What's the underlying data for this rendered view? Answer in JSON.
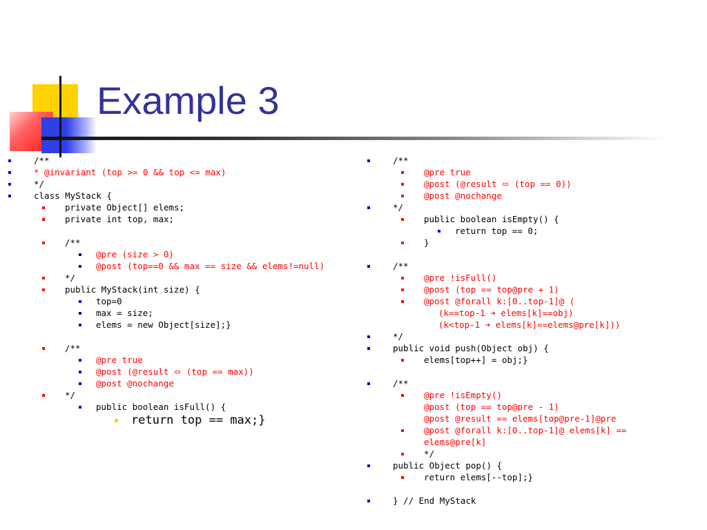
{
  "slide": {
    "title": "Example 3"
  },
  "left_column": [
    {
      "text": "/**",
      "level": 1,
      "bullet": true
    },
    {
      "text": "* @invariant (top >= 0 && top <= max)",
      "level": 1,
      "bullet": true,
      "red": true
    },
    {
      "text": "*/",
      "level": 1,
      "bullet": true
    },
    {
      "text": "class MyStack {",
      "level": 1,
      "bullet": true
    },
    {
      "text": "private Object[] elems;",
      "level": 2,
      "bullet": true
    },
    {
      "text": "private int top, max;",
      "level": 2,
      "bullet": true
    },
    {
      "text": "",
      "gap": true
    },
    {
      "text": "/**",
      "level": 2,
      "bullet": true
    },
    {
      "text": "@pre (size > 0)",
      "level": 3,
      "bullet": true,
      "red": true
    },
    {
      "text": "@post (top==0 && max == size && elems!=null)",
      "level": 3,
      "bullet": true,
      "red": true,
      "wrap": true
    },
    {
      "text": "*/",
      "level": 2,
      "bullet": true
    },
    {
      "text": "public MyStack(int size) {",
      "level": 2,
      "bullet": true
    },
    {
      "text": "top=0",
      "level": 3,
      "bullet": true
    },
    {
      "text": "max = size;",
      "level": 3,
      "bullet": true
    },
    {
      "text": "elems = new Object[size];}",
      "level": 3,
      "bullet": true
    },
    {
      "text": "",
      "gap": true
    },
    {
      "text": "/**",
      "level": 2,
      "bullet": true
    },
    {
      "text": "@pre true",
      "level": 3,
      "bullet": true,
      "red": true
    },
    {
      "text": "@post (@result ⬄ (top == max))",
      "level": 3,
      "bullet": true,
      "red": true
    },
    {
      "text": "@post @nochange",
      "level": 3,
      "bullet": true,
      "red": true
    },
    {
      "text": "*/",
      "level": 2,
      "bullet": true
    },
    {
      "text": "public boolean isFull() {",
      "level": 3,
      "bullet": true
    },
    {
      "text": "return top == max;}",
      "level": 4,
      "bullet": true,
      "big": true
    }
  ],
  "right_column": [
    {
      "text": "/**",
      "level": 1,
      "bullet": true
    },
    {
      "text": "@pre true",
      "level": 2,
      "bullet": true,
      "red": true
    },
    {
      "text": "@post (@result ⬄ (top == 0))",
      "level": 2,
      "bullet": true,
      "red": true
    },
    {
      "text": "@post @nochange",
      "level": 2,
      "bullet": true,
      "red": true
    },
    {
      "text": "*/",
      "level": 1,
      "bullet": true
    },
    {
      "text": "public boolean isEmpty() {",
      "level": 2,
      "bullet": true
    },
    {
      "text": "return top == 0;",
      "level": 3,
      "bullet": true
    },
    {
      "text": "}",
      "level": 2,
      "bullet": true
    },
    {
      "text": "",
      "gap": true
    },
    {
      "text": "/**",
      "level": 1,
      "bullet": true
    },
    {
      "text": "@pre !isFull()",
      "level": 2,
      "bullet": true,
      "red": true
    },
    {
      "text": "@post (top == top@pre + 1)",
      "level": 2,
      "bullet": true,
      "red": true
    },
    {
      "text": "@post @forall k:[0..top-1]@ (",
      "level": 2,
      "bullet": true,
      "red": true
    },
    {
      "text": "(k==top-1 ➔ elems[k]==obj)",
      "level": "cont",
      "bullet": false,
      "red": true
    },
    {
      "text": "(k<top-1 ➔ elems[k]==elems@pre[k]))",
      "level": "cont",
      "bullet": false,
      "red": true
    },
    {
      "text": "*/",
      "level": 1,
      "bullet": true
    },
    {
      "text": "public void push(Object obj) {",
      "level": 1,
      "bullet": true
    },
    {
      "text": "elems[top++] = obj;}",
      "level": 2,
      "bullet": true
    },
    {
      "text": "",
      "gap": true
    },
    {
      "text": "/**",
      "level": 1,
      "bullet": true
    },
    {
      "text": "@pre !isEmpty()\n@post (top == top@pre - 1)\n@post @result == elems[top@pre-1]@pre",
      "level": 2,
      "bullet": true,
      "red": true,
      "wrap": true
    },
    {
      "text": "@post @forall k:[0..top-1]@ elems[k] == elems@pre[k]",
      "level": 2,
      "bullet": true,
      "red": true,
      "wrap": true
    },
    {
      "text": "*/",
      "level": 2,
      "bullet": true
    },
    {
      "text": "public Object pop() {",
      "level": 1,
      "bullet": true
    },
    {
      "text": "return elems[--top];}",
      "level": 2,
      "bullet": true
    },
    {
      "text": "",
      "gap": true
    },
    {
      "text": "} // End MyStack",
      "level": 1,
      "bullet": true
    }
  ]
}
